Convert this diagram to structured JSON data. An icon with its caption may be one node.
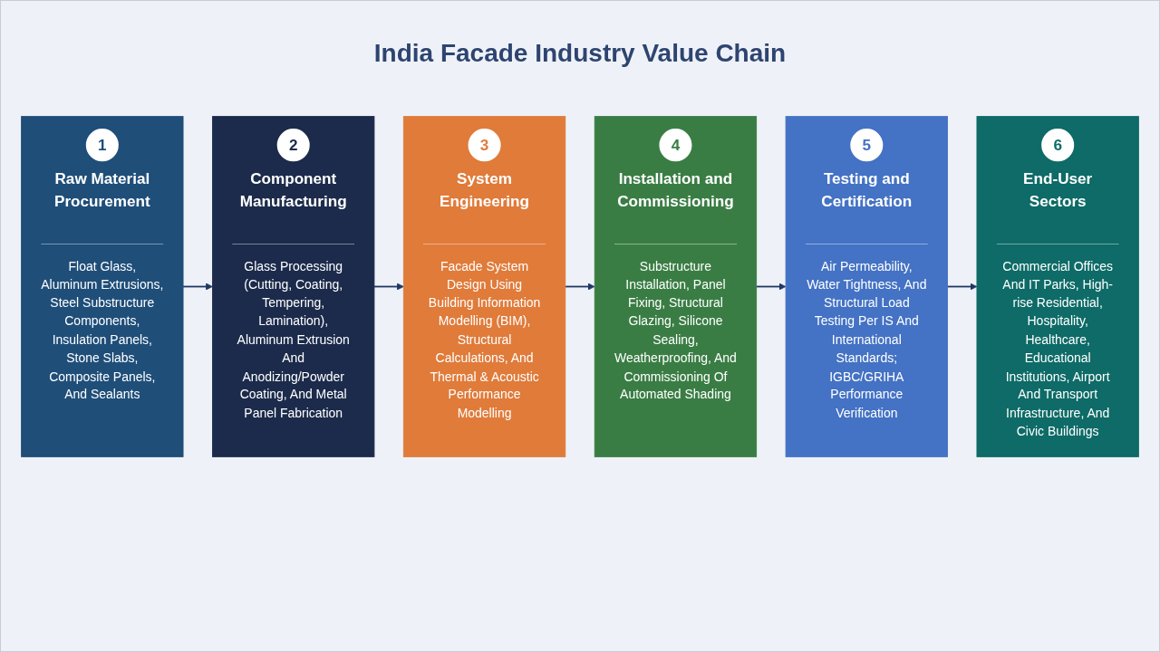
{
  "diagram": {
    "title": "India Facade Industry Value Chain",
    "nodes": [
      {
        "text": [
          "1",
          "Raw Material Procurement",
          "Float Glass, Aluminum Extrusions, Steel Substructure Components, Insulation Panels, Stone Slabs, Composite Panels, And Sealants"
        ]
      },
      {
        "text": [
          "2",
          "Component Manufacturing",
          "Glass Processing (Cutting, Coating, Tempering, Lamination), Aluminum Extrusion And Anodizing/Powder Coating, And Metal Panel Fabrication"
        ]
      },
      {
        "text": [
          "3",
          "System Engineering",
          "Facade System Design Using Building Information Modelling (BIM), Structural Calculations, And Thermal & Acoustic Performance Modelling"
        ]
      },
      {
        "text": [
          "4",
          "Installation and Commissioning",
          "Substructure Installation, Panel Fixing, Structural Glazing, Silicone Sealing, Weatherproofing, And Commissioning Of Automated Shading"
        ]
      },
      {
        "text": [
          "5",
          "Testing and Certification",
          "Air Permeability, Water Tightness, And Structural Load Testing Per IS And International Standards; IGBC/GRIHA Performance Verification"
        ]
      },
      {
        "text": [
          "6",
          "End-User Sectors",
          "Commercial Offices And IT Parks, High-rise Residential, Hospitality, Healthcare, Educational Institutions, Airport And Transport Infrastructure, And Civic Buildings"
        ]
      }
    ],
    "edges": [
      {
        "from": 0,
        "to": 1,
        "arrow": "to"
      },
      {
        "from": 1,
        "to": 2,
        "arrow": "to"
      },
      {
        "from": 2,
        "to": 3,
        "arrow": "to"
      },
      {
        "from": 3,
        "to": 4,
        "arrow": "to"
      },
      {
        "from": 4,
        "to": 5,
        "arrow": "to"
      }
    ]
  }
}
